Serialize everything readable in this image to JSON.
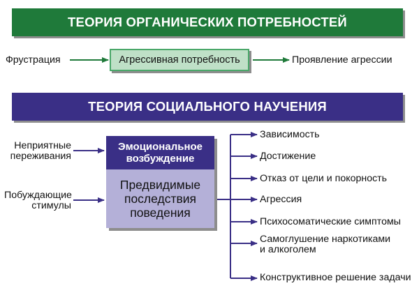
{
  "organic": {
    "title": "ТЕОРИЯ ОРГАНИЧЕСКИХ ПОТРЕБНОСТЕЙ",
    "left_label": "Фрустрация",
    "center_box": "Агрессивная потребность",
    "right_label": "Проявление агрессии"
  },
  "social": {
    "title": "ТЕОРИЯ СОЦИАЛЬНОГО НАУЧЕНИЯ",
    "input1_line1": "Неприятные",
    "input1_line2": "переживания",
    "input2_line1": "Побуждающие",
    "input2_line2": "стимулы",
    "emo_line1": "Эмоциональное",
    "emo_line2": "возбуждение",
    "pred_line1": "Предвидимые",
    "pred_line2": "последствия",
    "pred_line3": "поведения",
    "outcomes": [
      "Зависимость",
      "Достижение",
      "Отказ от цели и покорность",
      "Агрессия",
      "Психосоматические симптомы",
      "Самоглушение наркотиками",
      "и алкоголем",
      "Конструктивное решение задачи"
    ]
  },
  "colors": {
    "green": "#1f7a3a",
    "green_light": "#bfe0c7",
    "purple": "#3a2f86",
    "purple_light": "#b4b0d8"
  }
}
